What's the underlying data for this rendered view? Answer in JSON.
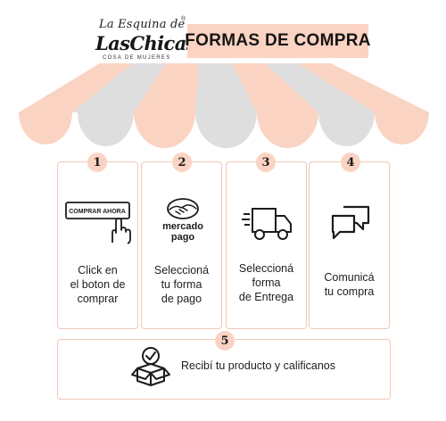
{
  "logo": {
    "script_text": "La Esquina de",
    "brand_text": "LasChicas",
    "subtitle": "COSA DE MUJERES",
    "reg_mark": "®"
  },
  "title": "FORMAS DE COMPRA",
  "colors": {
    "peach": "#fbd3c2",
    "gray": "#dedede",
    "border": "#f1c7b7"
  },
  "steps": [
    {
      "number": "1",
      "text": "Click en\nel boton de\ncomprar",
      "button_label": "COMPRAR AHORA",
      "icon": "hand-click-icon"
    },
    {
      "number": "2",
      "text": "Seleccioná\ntu forma\nde pago",
      "brand_line1": "mercado",
      "brand_line2": "pago",
      "icon": "handshake-icon"
    },
    {
      "number": "3",
      "text": "Seleccioná\nforma\nde Entrega",
      "icon": "delivery-truck-icon"
    },
    {
      "number": "4",
      "text": "Comunicá\ntu compra",
      "icon": "chat-bubbles-icon"
    }
  ],
  "final_step": {
    "number": "5",
    "text": "Recibí tu producto y calificanos",
    "icon": "box-check-icon"
  }
}
